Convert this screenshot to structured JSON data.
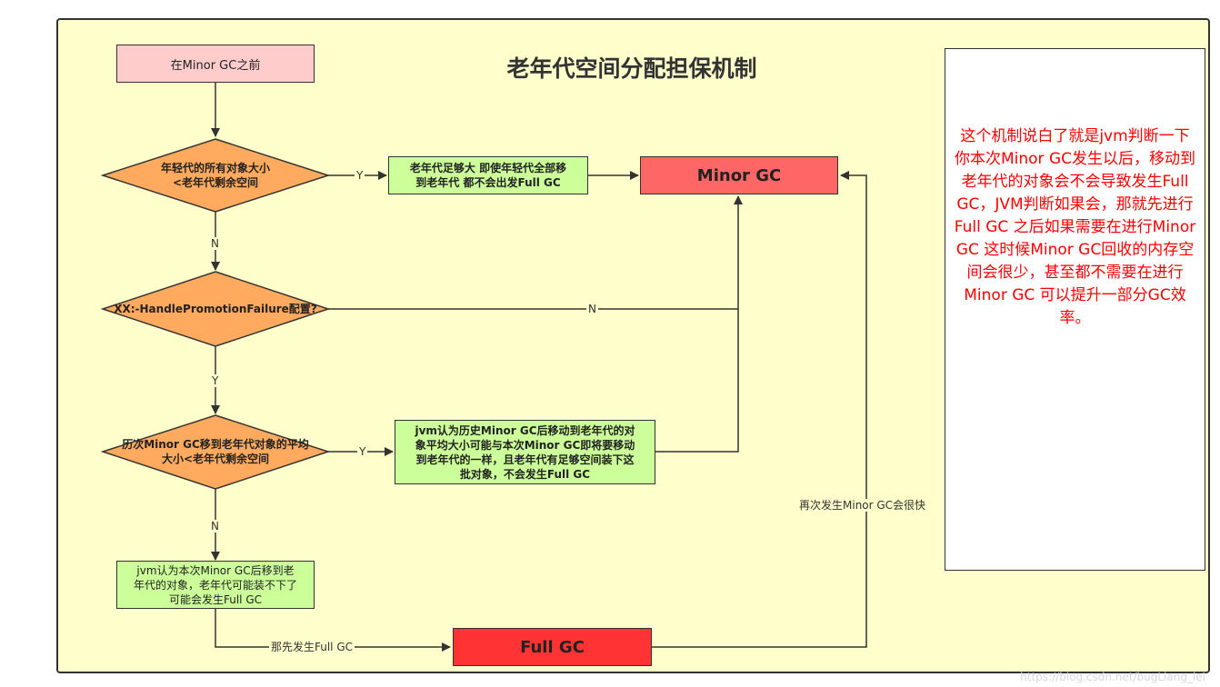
{
  "diagram": {
    "title": "老年代空间分配担保机制",
    "nodes": {
      "start": {
        "label": "在Minor GC之前",
        "fill": "#ffcccc"
      },
      "decision1": {
        "label": "年轻代的所有对象大小\n<老年代剩余空间",
        "fill": "#ffaa5e"
      },
      "result1": {
        "label": "老年代足够大 即使年轻代全部移\n到老年代 都不会出发Full GC",
        "fill": "#ccff99"
      },
      "minor_gc": {
        "label": "Minor GC",
        "fill": "#ff6666"
      },
      "decision2": {
        "label": "XX:-HandlePromotionFailure配置?",
        "fill": "#ffaa5e"
      },
      "decision3": {
        "label": "历次Minor GC移到老年代对象的平均\n大小<老年代剩余空间",
        "fill": "#ffaa5e"
      },
      "result3": {
        "label": "jvm认为历史Minor GC后移动到老年代的对\n象平均大小可能与本次Minor GC即将要移动\n到老年代的一样，且老年代有足够空间装下这\n批对象，不会发生Full GC",
        "fill": "#ccff99"
      },
      "result4": {
        "label": "jvm认为本次Minor GC后移到老\n年代的对象，老年代可能装不下了\n可能会发生Full GC",
        "fill": "#ccff99"
      },
      "full_gc": {
        "label": "Full GC",
        "fill": "#ff3333"
      }
    },
    "edge_labels": {
      "d1_yes": "Y",
      "d1_no": "N",
      "d2_no": "N",
      "d2_yes": "Y",
      "d3_yes": "Y",
      "d3_no": "N",
      "to_full_gc": "那先发生Full GC",
      "back_to_minor": "再次发生Minor GC会很快"
    },
    "note": {
      "text": "这个机制说白了就是jvm判断一下你本次Minor GC发生以后，移动到老年代的对象会不会导致发生Full GC，JVM判断如果会，那就先进行Full GC 之后如果需要在进行Minor GC 这时候Minor GC回收的内存空间会很少，甚至都不需要在进行Minor GC  可以提升一部分GC效率。",
      "color": "#ff0000"
    },
    "panel_color": "#ffffcc",
    "watermark": "https://blog.csdn.net/bugLiang_lei"
  }
}
